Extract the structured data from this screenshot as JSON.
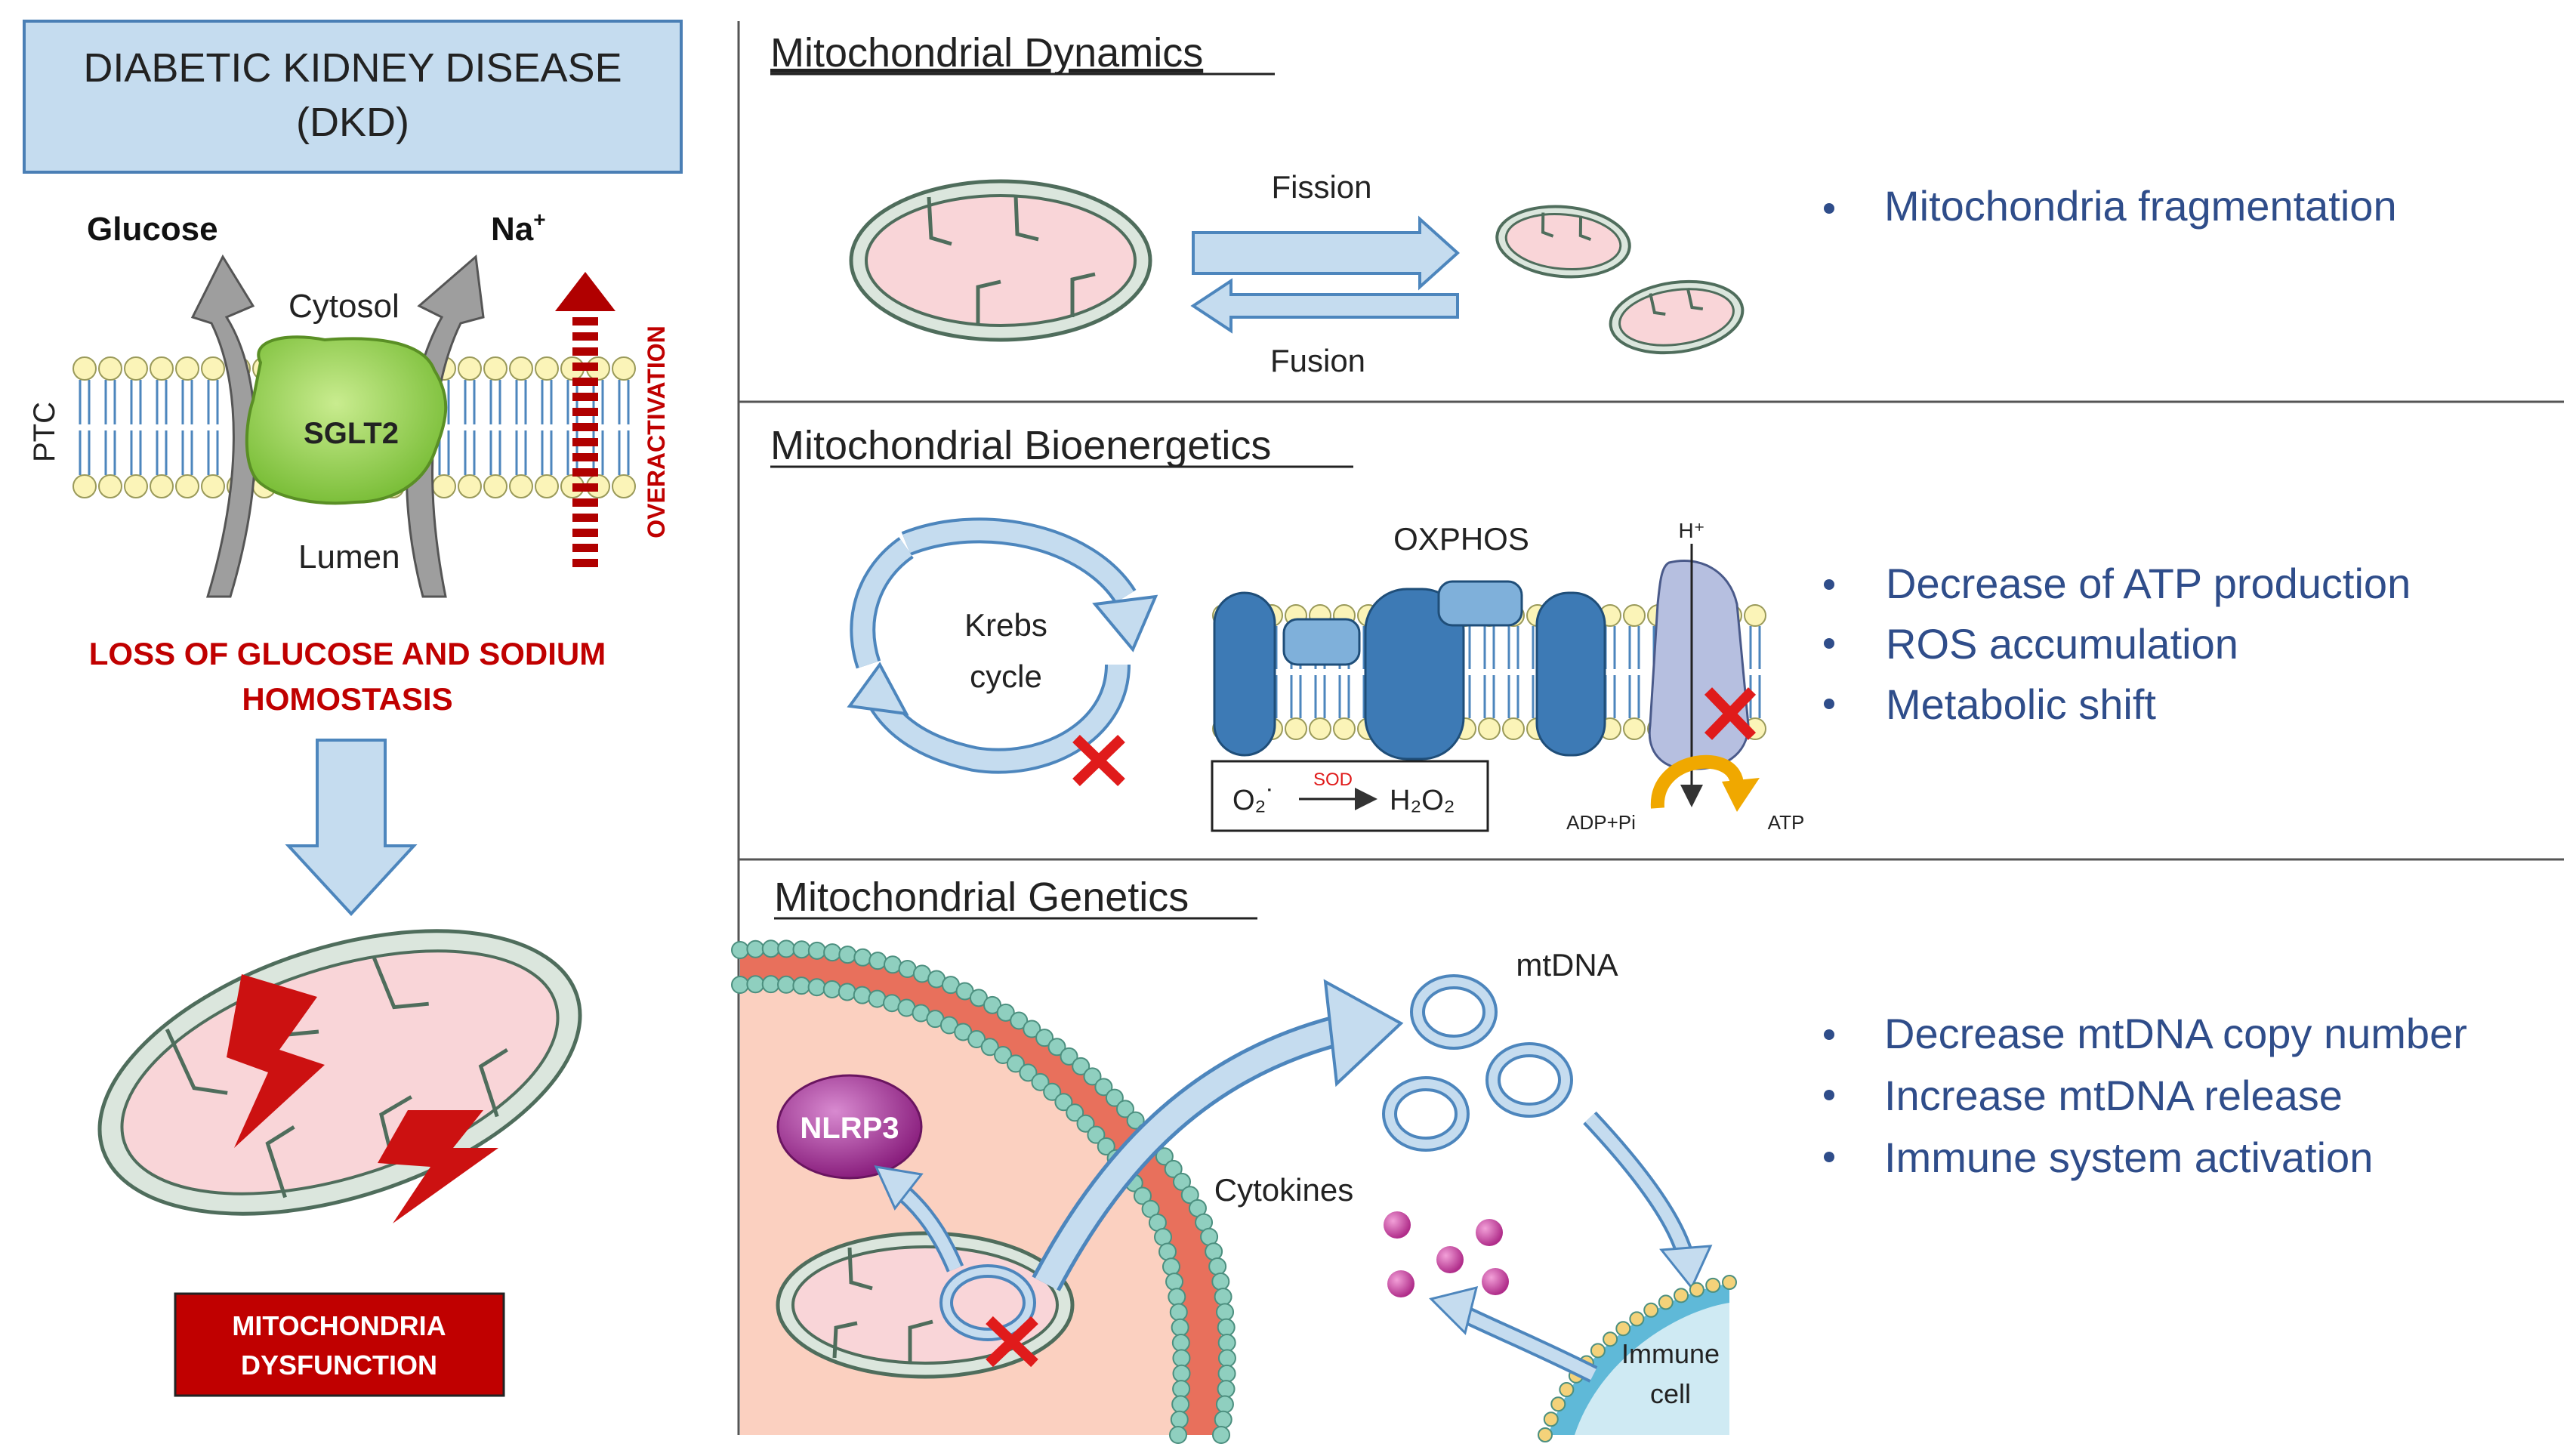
{
  "left": {
    "title_line1": "DIABETIC KIDNEY DISEASE",
    "title_line2": "(DKD)",
    "glucose": "Glucose",
    "na": "Na",
    "na_sup": "+",
    "cytosol": "Cytosol",
    "lumen": "Lumen",
    "sglt2": "SGLT2",
    "ptc": "PTC",
    "overactivation": "OVERACTIVATION",
    "loss_line1": "LOSS OF GLUCOSE AND SODIUM",
    "loss_line2": "HOMOSTASIS",
    "dysfunction_line1": "MITOCHONDRIA",
    "dysfunction_line2": "DYSFUNCTION"
  },
  "dynamics": {
    "title": "Mitochondrial Dynamics",
    "fission": "Fission",
    "fusion": "Fusion",
    "bullets": [
      "Mitochondria fragmentation"
    ]
  },
  "bioenergetics": {
    "title": "Mitochondrial Bioenergetics",
    "krebs_line1": "Krebs",
    "krebs_line2": "cycle",
    "oxphos": "OXPHOS",
    "h_plus": "H⁺",
    "o2": "O₂˙",
    "sod": "SOD",
    "h2o2": "H₂O₂",
    "adp": "ADP+Pi",
    "atp": "ATP",
    "bullets": [
      "Decrease of ATP production",
      "ROS accumulation",
      "Metabolic shift"
    ]
  },
  "genetics": {
    "title": "Mitochondrial Genetics",
    "mtdna": "mtDNA",
    "nlrp3": "NLRP3",
    "cytokines": "Cytokines",
    "immune_line1": "Immune",
    "immune_line2": "cell",
    "bullets": [
      "Decrease mtDNA copy number",
      "Increase mtDNA release",
      "Immune system activation"
    ]
  },
  "colors": {
    "title_box": "#c5dcef",
    "bullet_text": "#2f4d8a",
    "red_text": "#c00000",
    "dysfunction_box": "#c00000",
    "arrow_fill": "#c5dcef",
    "arrow_stroke": "#4d86bd",
    "mito_fill": "#f9d5d8",
    "mito_stroke": "#4f6d5c",
    "sglt2": "#92d050",
    "complex": "#3d7ab5",
    "lipid_head": "#fbf4b8",
    "cell_fill": "#fbd0c0",
    "cell_membrane": "#e8705c",
    "bead": "#8fcfbf",
    "immune_fill": "#cfeaf3",
    "immune_membrane": "#5fb9d8",
    "nlrp3": "#a12d93",
    "cytokine": "#c33a9c"
  }
}
